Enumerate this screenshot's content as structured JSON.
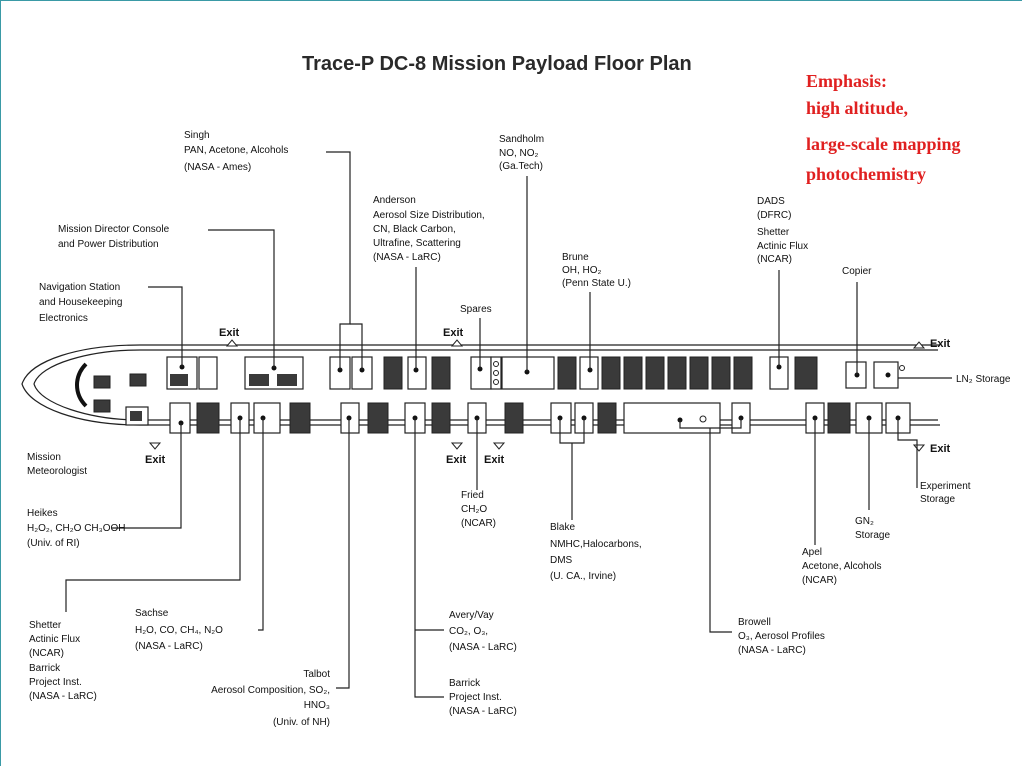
{
  "title": "Trace-P DC-8 Mission Payload Floor Plan",
  "emphasis": {
    "heading": "Emphasis:",
    "lines": [
      "high altitude,",
      "large-scale mapping",
      "photochemistry"
    ]
  },
  "exits": {
    "top_left": "Exit",
    "top_middle": "Exit",
    "top_right": "Exit",
    "bottom_left": "Exit",
    "bottom_middle_1": "Exit",
    "bottom_middle_2": "Exit",
    "bottom_right": "Exit"
  },
  "labels": {
    "singh": [
      "Singh",
      "PAN, Acetone, Alcohols",
      "(NASA - Ames)"
    ],
    "sandholm": [
      "Sandholm",
      "NO, NO₂",
      "(Ga.Tech)"
    ],
    "anderson": [
      "Anderson",
      "Aerosol Size Distribution,",
      "CN, Black Carbon,",
      "Ultrafine, Scattering",
      "(NASA - LaRC)"
    ],
    "mission_director": [
      "Mission Director Console",
      "and Power Distribution"
    ],
    "navigation": [
      "Navigation Station",
      "and Housekeeping",
      "Electronics"
    ],
    "spares": [
      "Spares"
    ],
    "brune": [
      "Brune",
      "OH, HO₂",
      "(Penn State U.)"
    ],
    "dads": [
      "DADS",
      "(DFRC)",
      "Shetter",
      "Actinic Flux",
      "(NCAR)"
    ],
    "copier": [
      "Copier"
    ],
    "ln2": [
      "LN₂ Storage"
    ],
    "mission_meteorologist": [
      "Mission",
      "Meteorologist"
    ],
    "heikes": [
      "Heikes",
      "H₂O₂, CH₂O CH₃OOH",
      "(Univ. of RI)"
    ],
    "fried": [
      "Fried",
      "CH₂O",
      "(NCAR)"
    ],
    "blake": [
      "Blake",
      "NMHC,Halocarbons,",
      "DMS",
      "(U. CA., Irvine)"
    ],
    "experiment_storage": [
      "Experiment",
      "Storage"
    ],
    "gn2": [
      "GN₂",
      "Storage"
    ],
    "apel": [
      "Apel",
      "Acetone, Alcohols",
      "(NCAR)"
    ],
    "shetter_barrick": [
      "Shetter",
      "Actinic Flux",
      "(NCAR)",
      "Barrick",
      "Project Inst.",
      "(NASA - LaRC)"
    ],
    "sachse": [
      "Sachse",
      "H₂O, CO, CH₄, N₂O",
      "(NASA - LaRC)"
    ],
    "avery": [
      "Avery/Vay",
      "CO₂, O₃,",
      "(NASA - LaRC)"
    ],
    "talbot": [
      "Talbot",
      "Aerosol Composition, SO₂,",
      "HNO₃",
      "(Univ. of NH)"
    ],
    "barrick2": [
      "Barrick",
      "Project Inst.",
      "(NASA - LaRC)"
    ],
    "browell": [
      "Browell",
      "O₃, Aerosol Profiles",
      "(NASA - LaRC)"
    ]
  }
}
